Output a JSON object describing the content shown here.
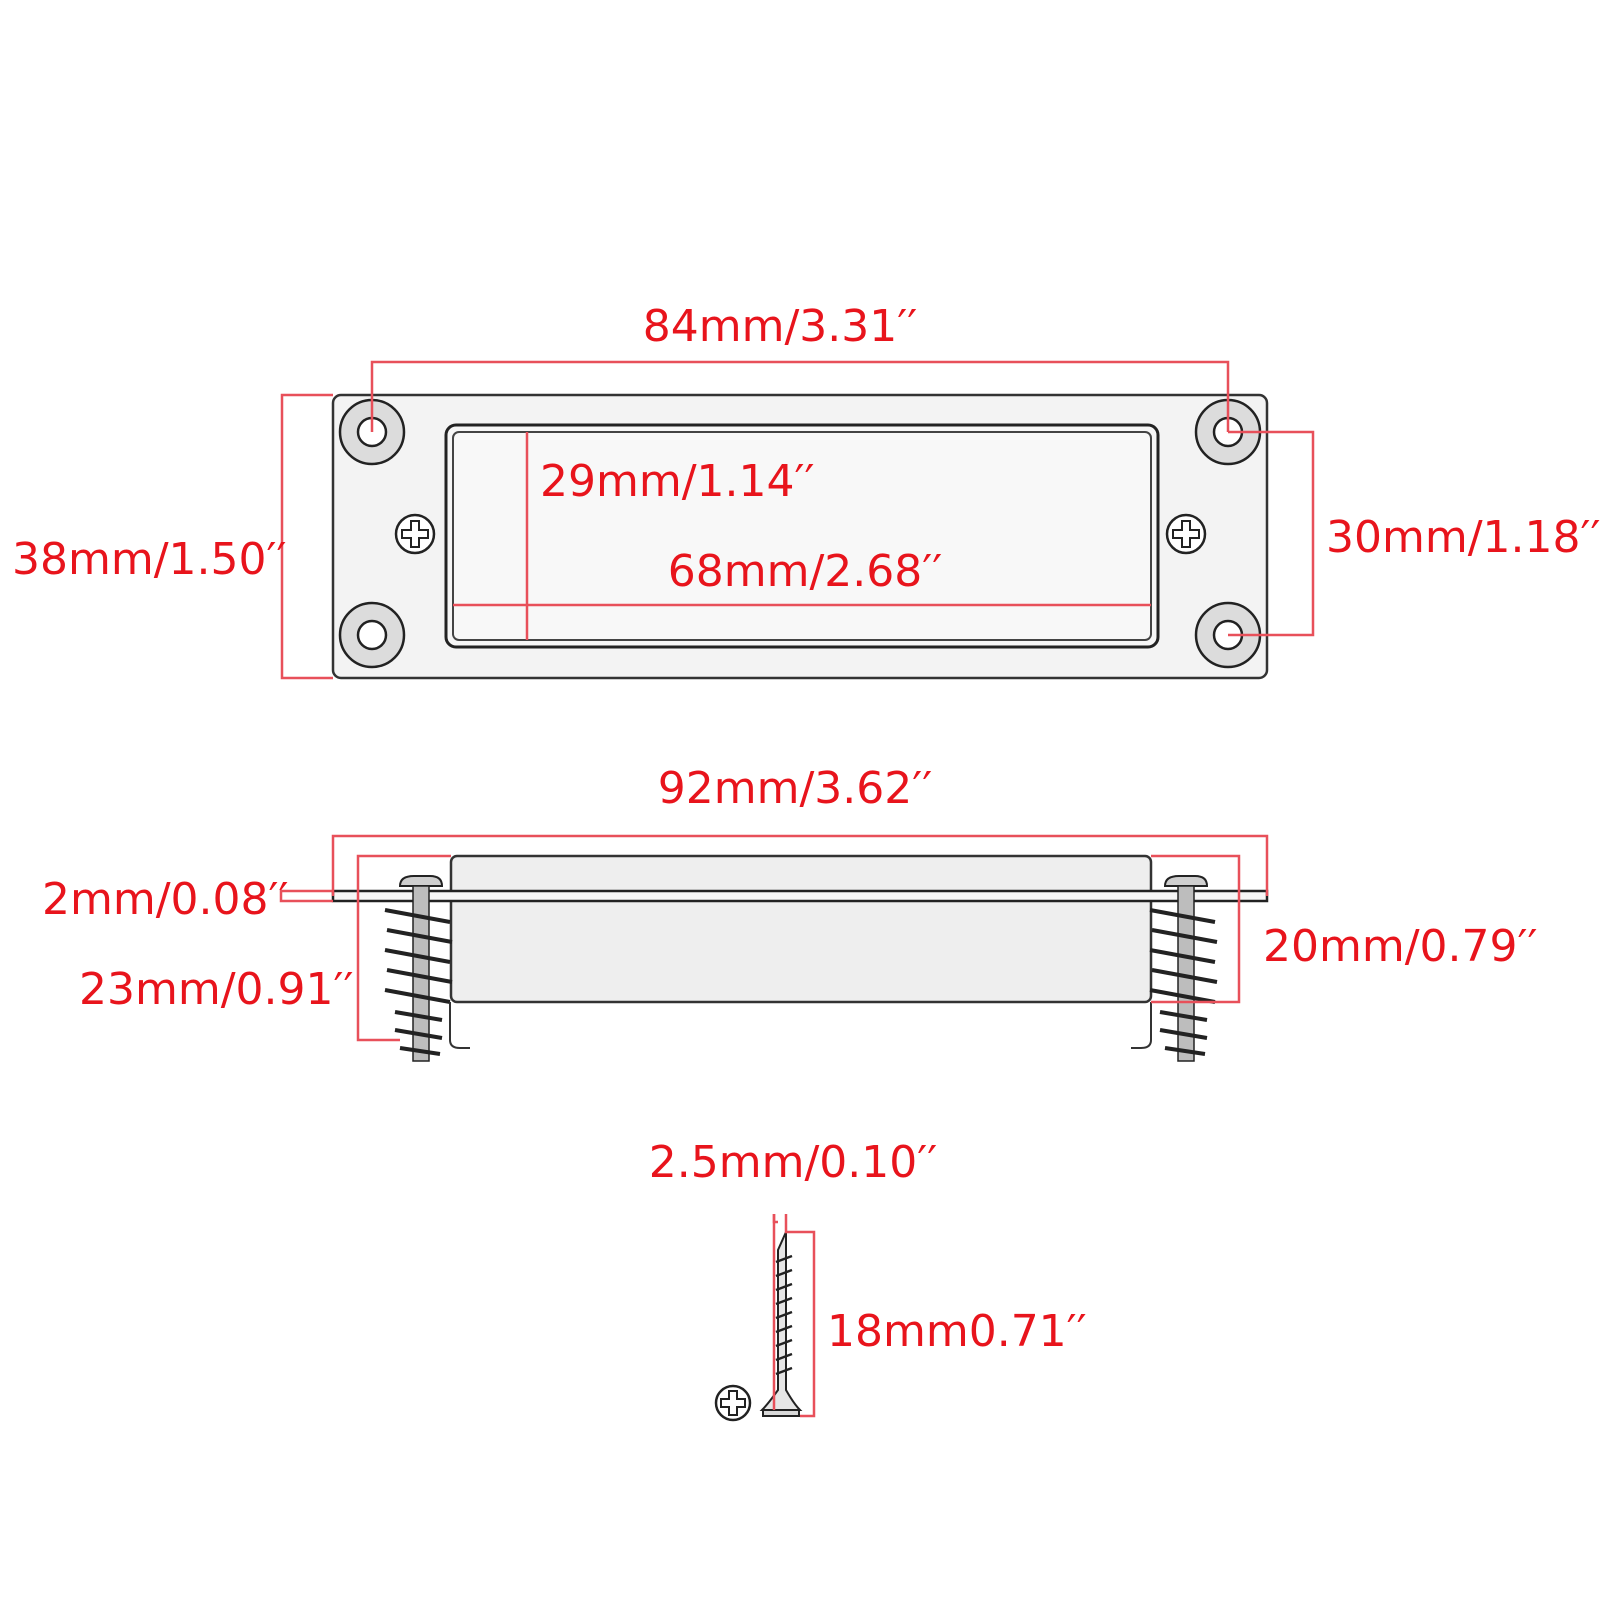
{
  "colors": {
    "dimension": "#e8141c",
    "dimension_line": "#e8505a",
    "outline": "#333333",
    "fill": "#f3f3f3"
  },
  "top_view": {
    "overall_hole_spacing": "84mm/3.31′′",
    "inner_height": "29mm/1.14′′",
    "inner_width": "68mm/2.68′′",
    "overall_height": "38mm/1.50′′",
    "hole_vertical_spacing": "30mm/1.18′′"
  },
  "side_view": {
    "overall_length": "92mm/3.62′′",
    "plate_thickness": "2mm/0.08′′",
    "left_height": "23mm/0.91′′",
    "right_height": "20mm/0.79′′"
  },
  "screw": {
    "head_diameter": "2.5mm/0.10′′",
    "length": "18mm0.71′′"
  }
}
